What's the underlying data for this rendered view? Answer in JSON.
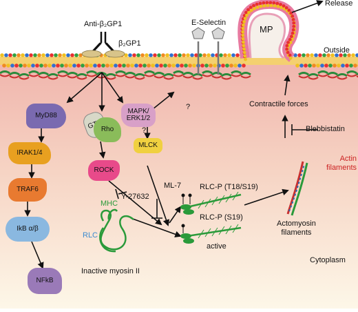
{
  "labels": {
    "anti_b2gp1": "Anti-β₂GP1",
    "b2gp1": "β₂GP1",
    "e_selectin": "E-Selectin",
    "mp": "MP",
    "release": "Release",
    "outside": "Outside",
    "myd88": "MyD88",
    "irak": "IRAK1/4",
    "traf6": "TRAF6",
    "ikb": "IkB α/β",
    "nfkb": "NFkB",
    "gtp": "GTP",
    "rho": "Rho",
    "rock": "ROCK",
    "mapk": "MAPK/\nERK1/2",
    "mlck": "MLCK",
    "question1": "?",
    "question2": "?",
    "ml7": "ML-7",
    "y27632": "Y-27632",
    "mhc": "MHC",
    "rlc": "RLC",
    "inactive_myosin": "Inactive myosin II",
    "rlc_p_t18s19": "RLC-P (T18/S19)",
    "rlc_p_s19": "RLC-P (S19)",
    "active": "active",
    "actomyosin": "Actomyosin\nfilaments",
    "actin_filaments": "Actin\nfilaments",
    "contractile": "Contractile forces",
    "blebbistatin": "Blebbistatin",
    "cytoplasm": "Cytoplasm"
  },
  "colors": {
    "cytoplasm_top": "#f2b8b0",
    "cytoplasm_bottom": "#fdf6e8",
    "myd88": "#7a6ab0",
    "irak": "#e8a020",
    "traf6": "#e87a30",
    "ikb": "#8ab8e0",
    "nfkb": "#9a7ab8",
    "rho": "#8abc5a",
    "gtp": "#d8d8c8",
    "rock": "#e84a8a",
    "mapk": "#d8a0c8",
    "mlck": "#f0d040",
    "actin_label": "#cc2222",
    "rlc_label": "#3a8ad0",
    "myosin_green": "#2a9a3a"
  }
}
